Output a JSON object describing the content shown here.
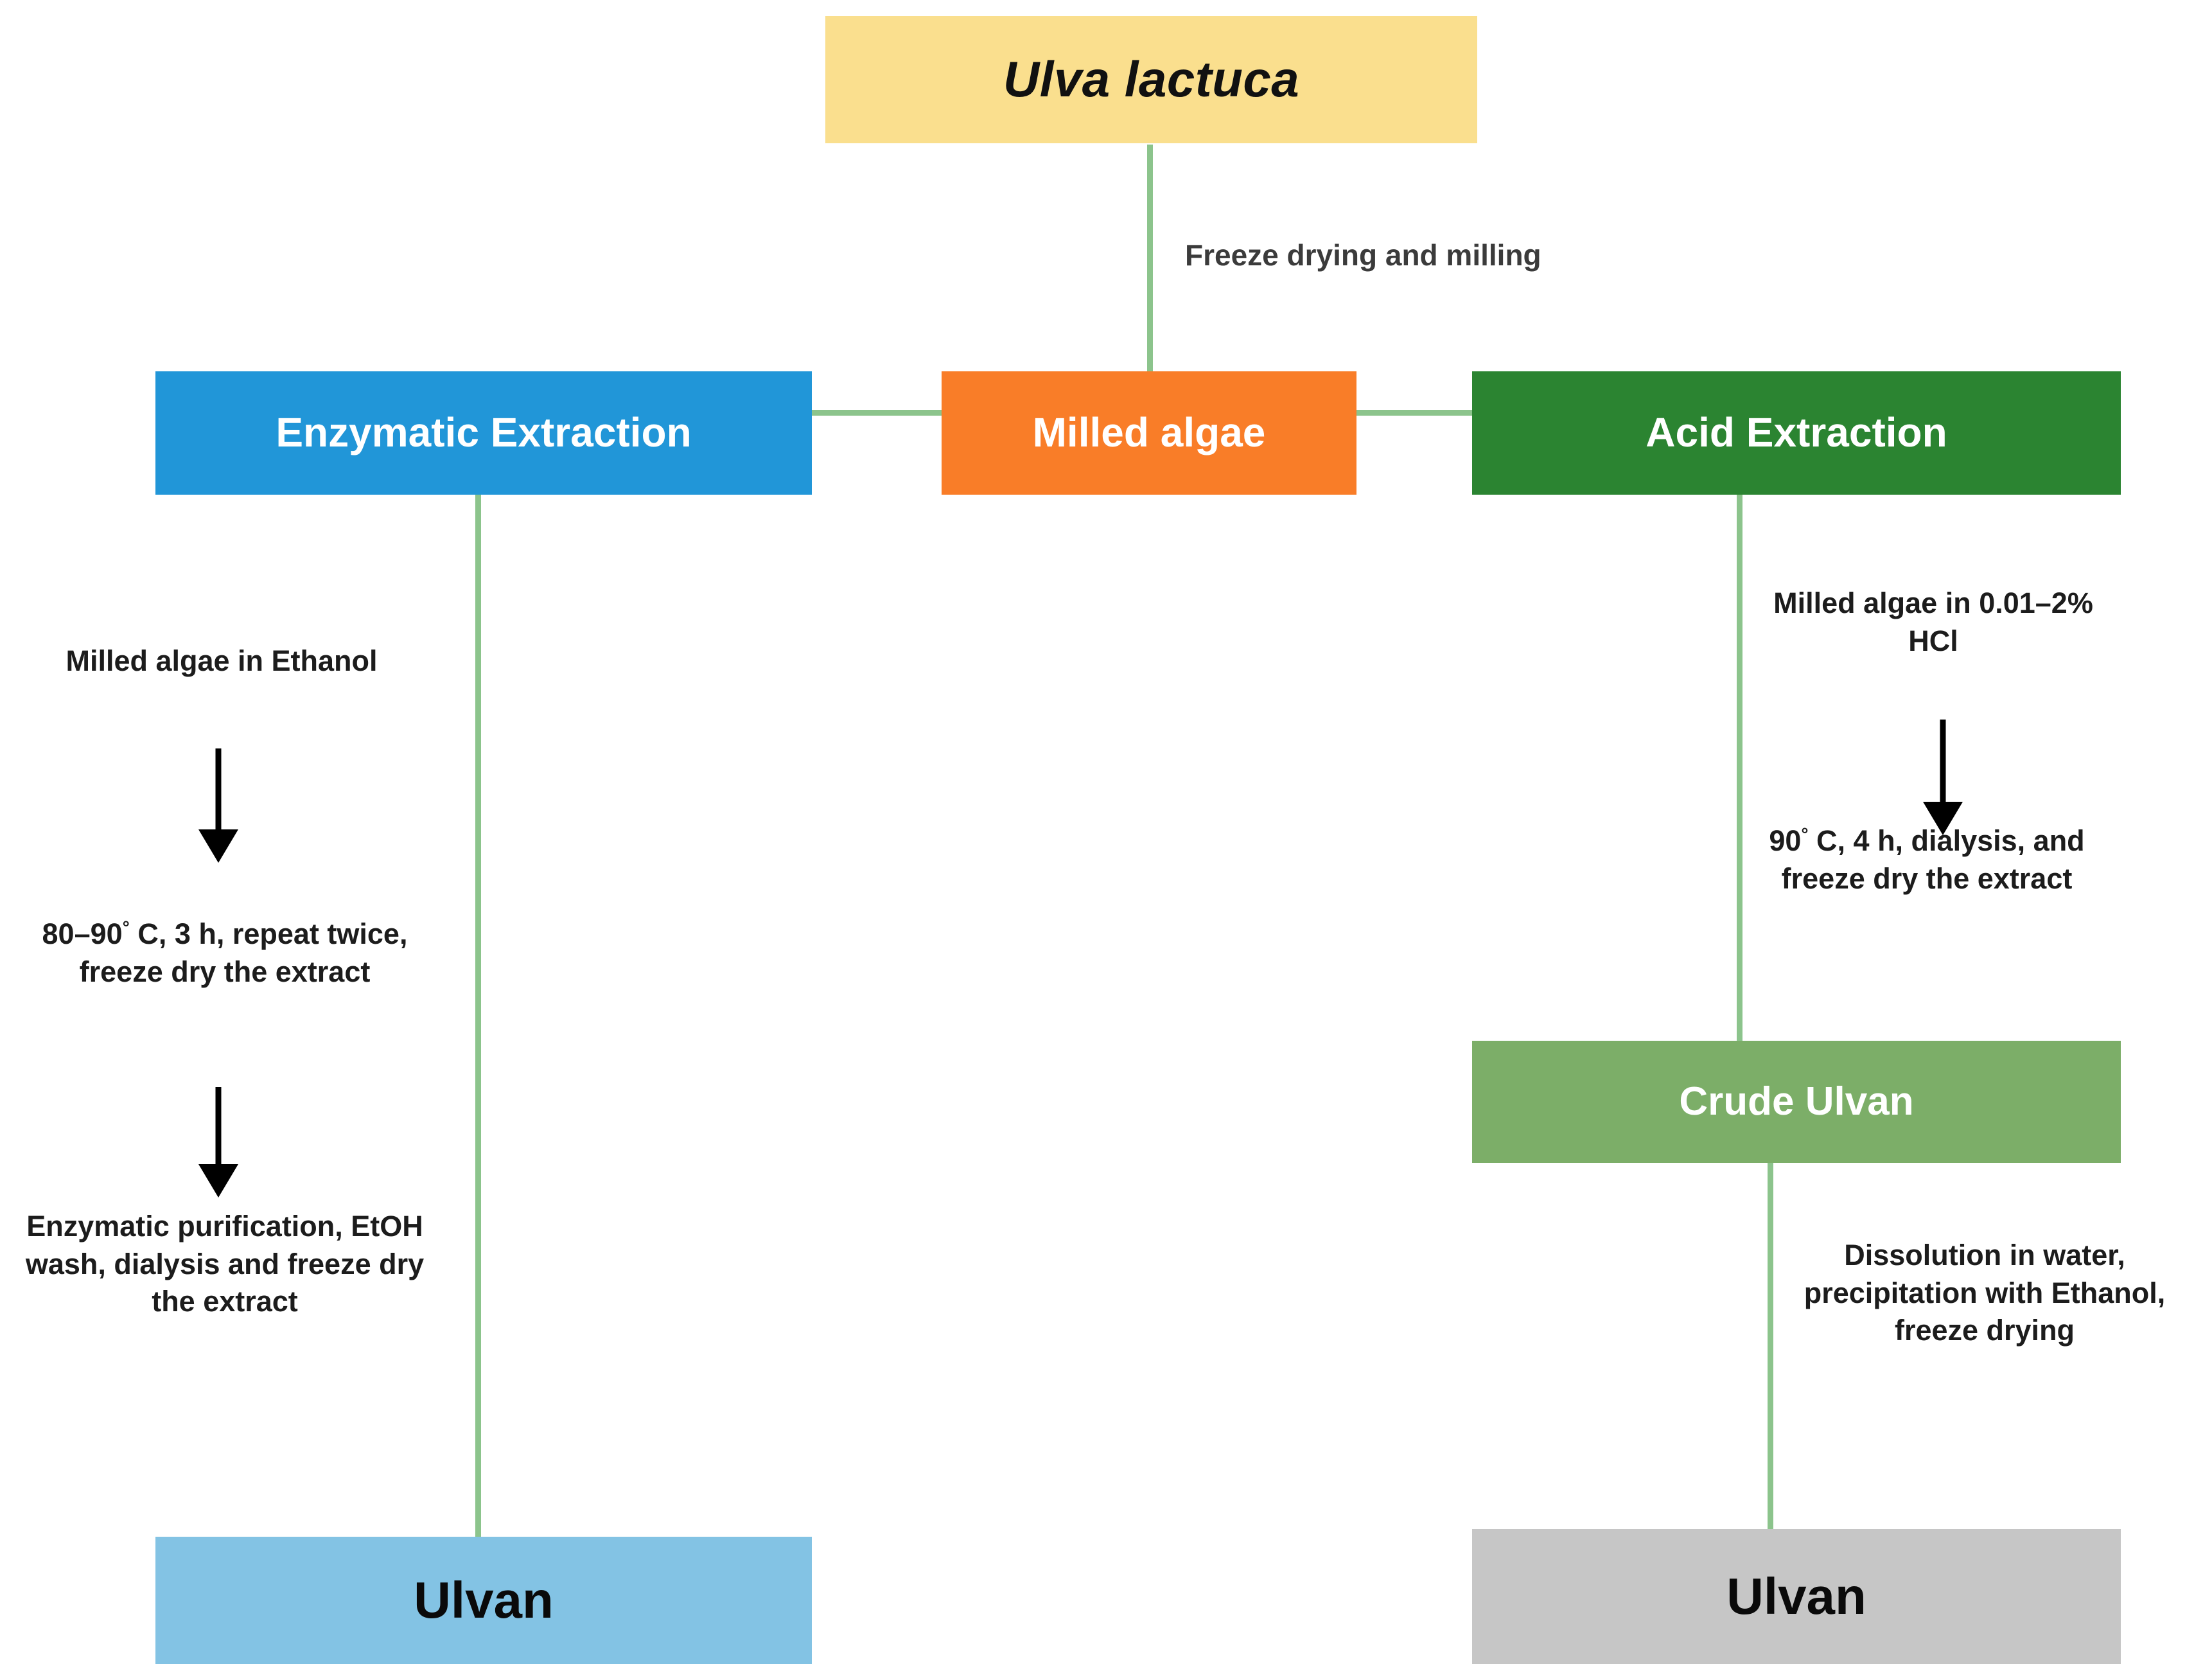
{
  "diagram": {
    "title_box": {
      "label": "Ulva lactuca"
    },
    "edge_labels": {
      "freeze_drying": "Freeze drying and milling"
    },
    "nodes": {
      "milled_algae": "Milled algae",
      "enzymatic_extraction": "Enzymatic Extraction",
      "acid_extraction": "Acid Extraction",
      "crude_ulvan": "Crude Ulvan",
      "ulvan_enzymatic": "Ulvan",
      "ulvan_acid": "Ulvan"
    },
    "left_branch": {
      "step1": "Milled algae in Ethanol",
      "step2_pre": "80–90",
      "step2_deg": "°",
      "step2_post": " C, 3 h, repeat twice, freeze dry the extract",
      "step3": "Enzymatic purification, EtOH wash, dialysis and freeze dry the extract"
    },
    "right_branch": {
      "step1": "Milled algae in 0.01–2% HCl",
      "step2_pre": "90",
      "step2_deg": "°",
      "step2_post": " C, 4 h, dialysis, and freeze dry the extract",
      "step3": "Dissolution in water, precipitation with Ethanol, freeze drying"
    },
    "colors": {
      "title_fill": "#fadf8e",
      "enzymatic_fill": "#2196d8",
      "milled_fill": "#f97d28",
      "acid_fill": "#2b8431",
      "crude_ulvan_fill": "#7cae68",
      "ulvan_enzymatic_fill": "#83c3e4",
      "ulvan_acid_fill": "#c6c6c6",
      "connector": "#8cc48c",
      "arrow": "#000000",
      "note_text": "#1c1c1c"
    }
  }
}
